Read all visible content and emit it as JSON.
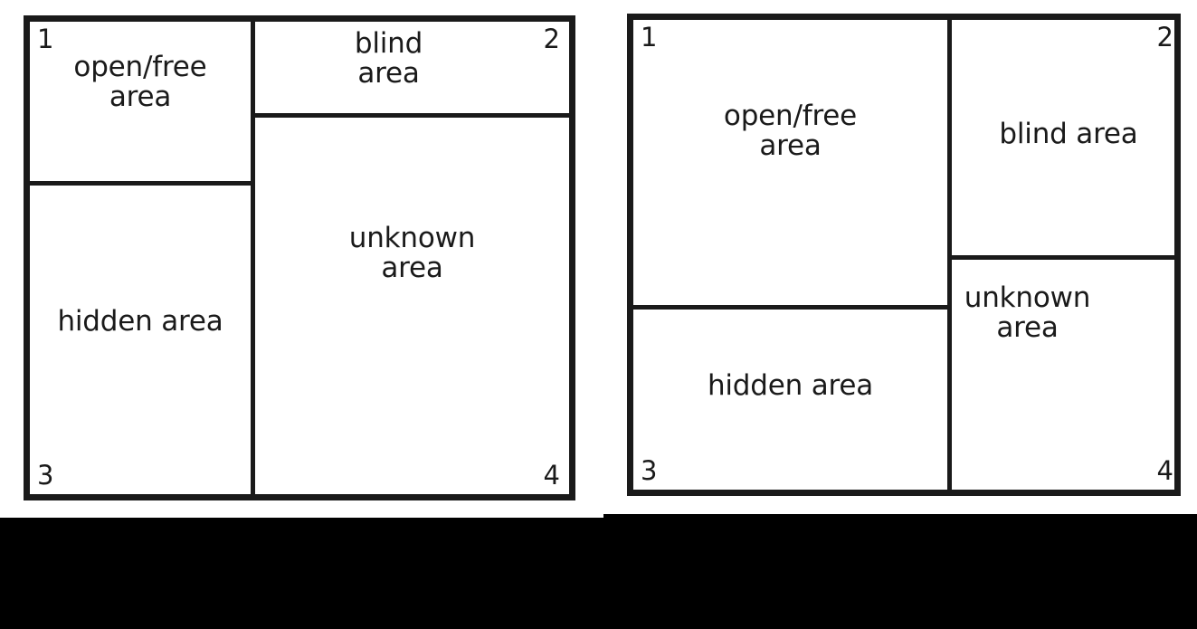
{
  "diagram": {
    "title": "Johari Window",
    "type": "two-panel-quadrant-diagram",
    "ink_color": "#1a1a1a",
    "background_color": "#ffffff",
    "band_color": "#000000"
  },
  "panels": [
    {
      "id": "left",
      "name": "johari-window-left",
      "description": "Johari window with a large unknown area",
      "quadrants": [
        {
          "number": "1",
          "label": "open/free\narea",
          "corner": "tl"
        },
        {
          "number": "2",
          "label": "blind\narea",
          "corner": "tr"
        },
        {
          "number": "3",
          "label": "hidden area",
          "corner": "bl"
        },
        {
          "number": "4",
          "label": "unknown\narea",
          "corner": "br"
        }
      ]
    },
    {
      "id": "right",
      "name": "johari-window-right",
      "description": "Johari window with a large open/free area",
      "quadrants": [
        {
          "number": "1",
          "label": "open/free\narea",
          "corner": "tl"
        },
        {
          "number": "2",
          "label": "blind area",
          "corner": "tr"
        },
        {
          "number": "3",
          "label": "hidden area",
          "corner": "bl"
        },
        {
          "number": "4",
          "label": "unknown\narea",
          "corner": "br"
        }
      ]
    }
  ],
  "bands": [
    {
      "name": "band-left",
      "label": ""
    },
    {
      "name": "band-right",
      "label": ""
    }
  ]
}
